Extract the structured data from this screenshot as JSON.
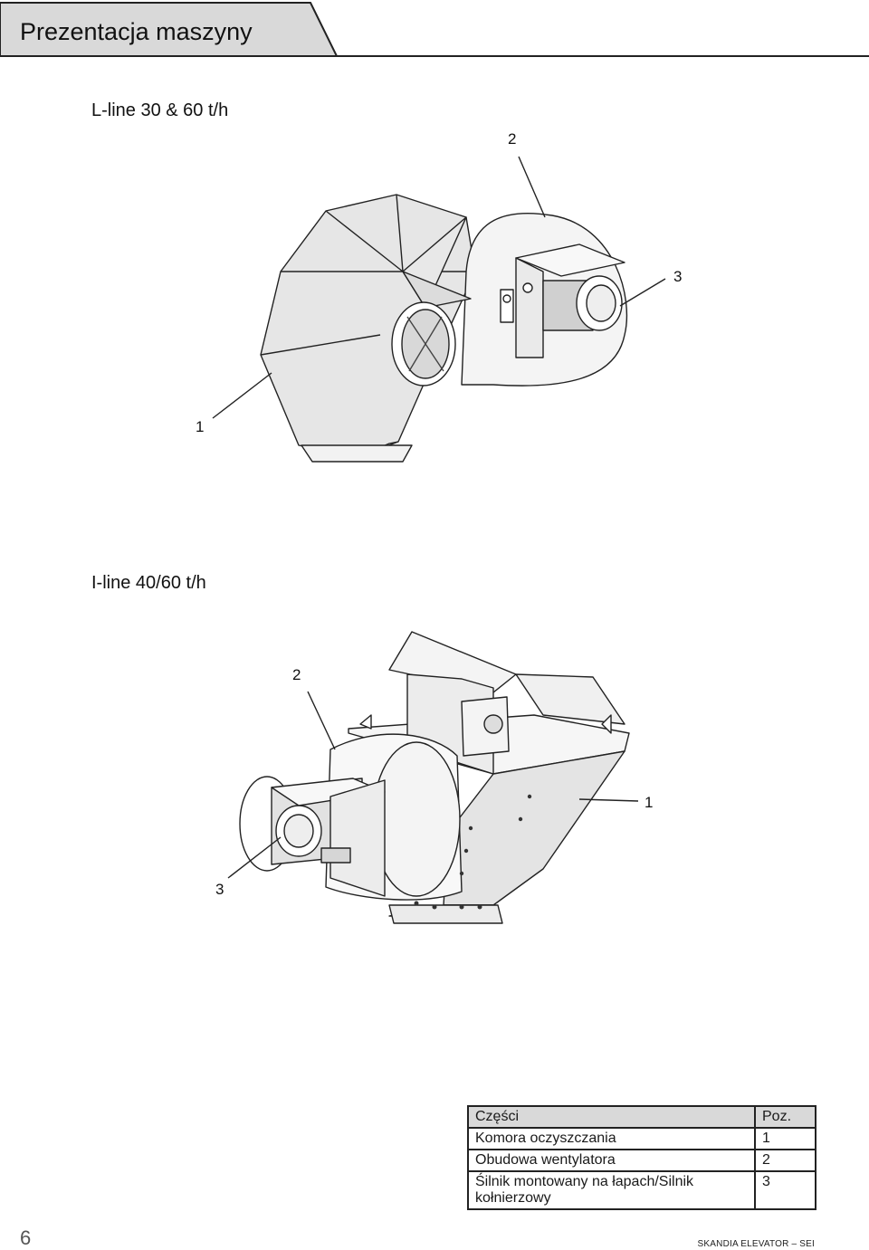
{
  "header": {
    "title": "Prezentacja maszyny"
  },
  "sections": [
    {
      "title": "L-line 30 & 60 t/h",
      "callouts": [
        {
          "label": "2"
        },
        {
          "label": "3"
        },
        {
          "label": "1"
        }
      ]
    },
    {
      "title": "I-line 40/60 t/h",
      "callouts": [
        {
          "label": "2"
        },
        {
          "label": "1"
        },
        {
          "label": "3"
        }
      ]
    }
  ],
  "parts_table": {
    "headers": {
      "part": "Części",
      "pos": "Poz."
    },
    "rows": [
      {
        "part": "Komora oczyszczania",
        "pos": "1"
      },
      {
        "part": "Obudowa wentylatora",
        "pos": "2"
      },
      {
        "part": "Śilnik montowany na łapach/Silnik kołnierzowy",
        "pos": "3"
      }
    ]
  },
  "footer": {
    "page_number": "6",
    "text": "SKANDIA ELEVATOR – SEI"
  }
}
